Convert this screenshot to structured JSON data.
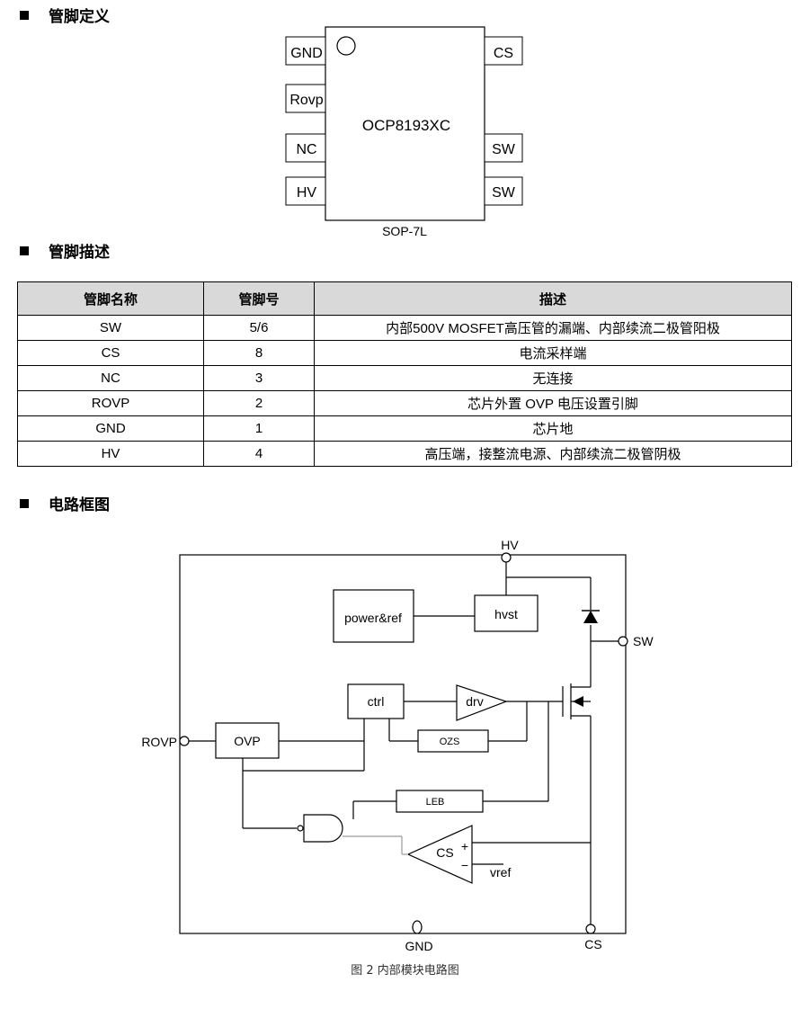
{
  "sections": {
    "pin_def": "管脚定义",
    "pin_desc": "管脚描述",
    "block": "电路框图"
  },
  "package": {
    "chip_name": "OCP8193XC",
    "package_name": "SOP-7L",
    "left_pins": [
      "GND",
      "Rovp",
      "NC",
      "HV"
    ],
    "right_pins": [
      "CS",
      "SW",
      "SW"
    ]
  },
  "table": {
    "headers": [
      "管脚名称",
      "管脚号",
      "描述"
    ],
    "rows": [
      [
        "SW",
        "5/6",
        "内部500V MOSFET高压管的漏端、内部续流二极管阳极"
      ],
      [
        "CS",
        "8",
        "电流采样端"
      ],
      [
        "NC",
        "3",
        "无连接"
      ],
      [
        "ROVP",
        "2",
        "芯片外置 OVP 电压设置引脚"
      ],
      [
        "GND",
        "1",
        "芯片地"
      ],
      [
        "HV",
        "4",
        "高压端，接整流电源、内部续流二极管阴极"
      ]
    ]
  },
  "diagram": {
    "hv": "HV",
    "sw": "SW",
    "rovp": "ROVP",
    "gnd": "GND",
    "cs_pin": "CS",
    "power_ref": "power&ref",
    "hvst": "hvst",
    "ctrl": "ctrl",
    "drv": "drv",
    "ovp": "OVP",
    "ozs": "OZS",
    "leb": "LEB",
    "cs_comp": "CS",
    "plus": "+",
    "minus": "−",
    "vref": "vref"
  },
  "caption": "图 2  内部模块电路图"
}
